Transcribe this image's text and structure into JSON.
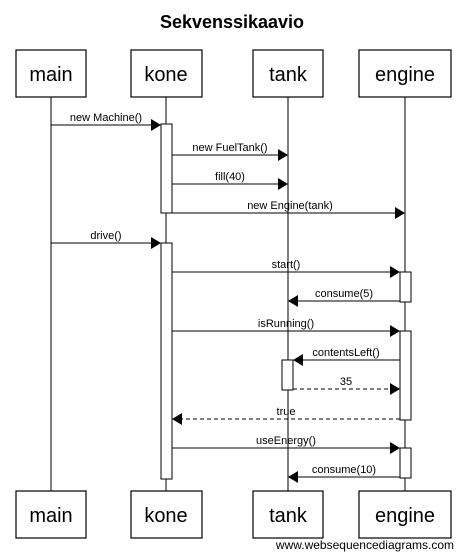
{
  "title": "Sekvenssikaavio",
  "participants": [
    "main",
    "kone",
    "tank",
    "engine"
  ],
  "messages": [
    {
      "label": "new Machine()"
    },
    {
      "label": "new FuelTank()"
    },
    {
      "label": "fill(40)"
    },
    {
      "label": "new Engine(tank)"
    },
    {
      "label": "drive()"
    },
    {
      "label": "start()"
    },
    {
      "label": "consume(5)"
    },
    {
      "label": "isRunning()"
    },
    {
      "label": "contentsLeft()"
    },
    {
      "label": "35"
    },
    {
      "label": "true"
    },
    {
      "label": "useEnergy()"
    },
    {
      "label": "consume(10)"
    }
  ],
  "footer": "www.websequencediagrams.com"
}
